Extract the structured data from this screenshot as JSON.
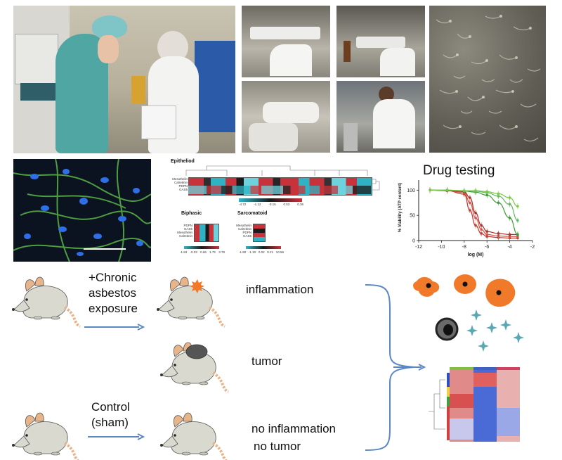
{
  "row2": {
    "heatmaps": {
      "epithelioid": {
        "title": "Epitheliod",
        "genes": [
          "Mesothelin",
          "Calretinin",
          "PDPN",
          "GAS5"
        ],
        "scale": [
          "-4.72",
          "-1.12",
          "-0.16",
          "0.53",
          "0.36"
        ]
      },
      "biphasic": {
        "title": "Biphasic",
        "genes": [
          "PDPN",
          "GAS5",
          "Mesothelin",
          "Calretinin"
        ],
        "scale": [
          "-1.84",
          "-0.33",
          "0.66",
          "1.72",
          "3.78"
        ]
      },
      "sarcomatoid": {
        "title": "Sarcomatoid",
        "genes": [
          "Mesothelin",
          "Calretinin",
          "PDPN",
          "GAS5"
        ],
        "scale": [
          "-1.80",
          "-1.10",
          "0.02",
          "0.21",
          "10.56"
        ]
      }
    },
    "drug_testing": {
      "title": "Drug testing",
      "ylabel": "% Viability (ATP content)",
      "xlabel": "log (M)",
      "x_ticks": [
        "-12",
        "-10",
        "-8",
        "-6",
        "-4",
        "-2"
      ],
      "y_ticks": [
        "0",
        "50",
        "100"
      ]
    }
  },
  "chart_data": {
    "type": "line",
    "title": "Drug testing",
    "xlabel": "log (M)",
    "ylabel": "% Viability (ATP content)",
    "xlim": [
      -12,
      -2
    ],
    "ylim": [
      0,
      120
    ],
    "x_ticks": [
      -12,
      -10,
      -8,
      -6,
      -4,
      -2
    ],
    "y_ticks": [
      0,
      50,
      100
    ],
    "series": [
      {
        "color": "#c0392b",
        "x": [
          -11,
          -9.5,
          -8,
          -7.5,
          -7,
          -6.5,
          -6,
          -5,
          -4,
          -3.3
        ],
        "values": [
          100,
          99,
          92,
          60,
          30,
          14,
          8,
          6,
          5,
          5
        ]
      },
      {
        "color": "#d9534f",
        "x": [
          -11,
          -9.5,
          -8,
          -7.5,
          -7,
          -6.5,
          -6,
          -5,
          -4,
          -3.3
        ],
        "values": [
          100,
          99,
          95,
          75,
          45,
          22,
          12,
          9,
          8,
          8
        ]
      },
      {
        "color": "#a93226",
        "x": [
          -11,
          -9.5,
          -8,
          -7.5,
          -7,
          -6.5,
          -6,
          -5,
          -4,
          -3.3
        ],
        "values": [
          100,
          99,
          97,
          85,
          55,
          30,
          18,
          14,
          12,
          12
        ]
      },
      {
        "color": "#3d9b35",
        "x": [
          -11,
          -9.5,
          -8,
          -7,
          -6,
          -5,
          -4,
          -3.3
        ],
        "values": [
          100,
          100,
          98,
          96,
          90,
          75,
          45,
          12
        ]
      },
      {
        "color": "#5cb85c",
        "x": [
          -11,
          -9.5,
          -8,
          -7,
          -6,
          -5,
          -4,
          -3.3
        ],
        "values": [
          100,
          100,
          99,
          98,
          95,
          88,
          72,
          40
        ]
      },
      {
        "color": "#7ac943",
        "x": [
          -11,
          -9.5,
          -8,
          -7,
          -6,
          -5,
          -4,
          -3.3
        ],
        "values": [
          100,
          100,
          99,
          99,
          97,
          93,
          85,
          68
        ]
      }
    ]
  },
  "workflow": {
    "treatment_label": "+Chronic\nasbestos\nexposure",
    "control_label": "Control\n(sham)",
    "outcomes": {
      "inflammation": "inflammation",
      "tumor": "tumor",
      "no_inflammation": "no inflammation",
      "no_tumor": "no tumor"
    }
  },
  "colors": {
    "arrow": "#5b87c5",
    "cell_orange": "#f07a2a",
    "star": "#5aa8b3",
    "mouse_body": "#d9d9d0",
    "mouse_ear": "#e8b48a"
  }
}
